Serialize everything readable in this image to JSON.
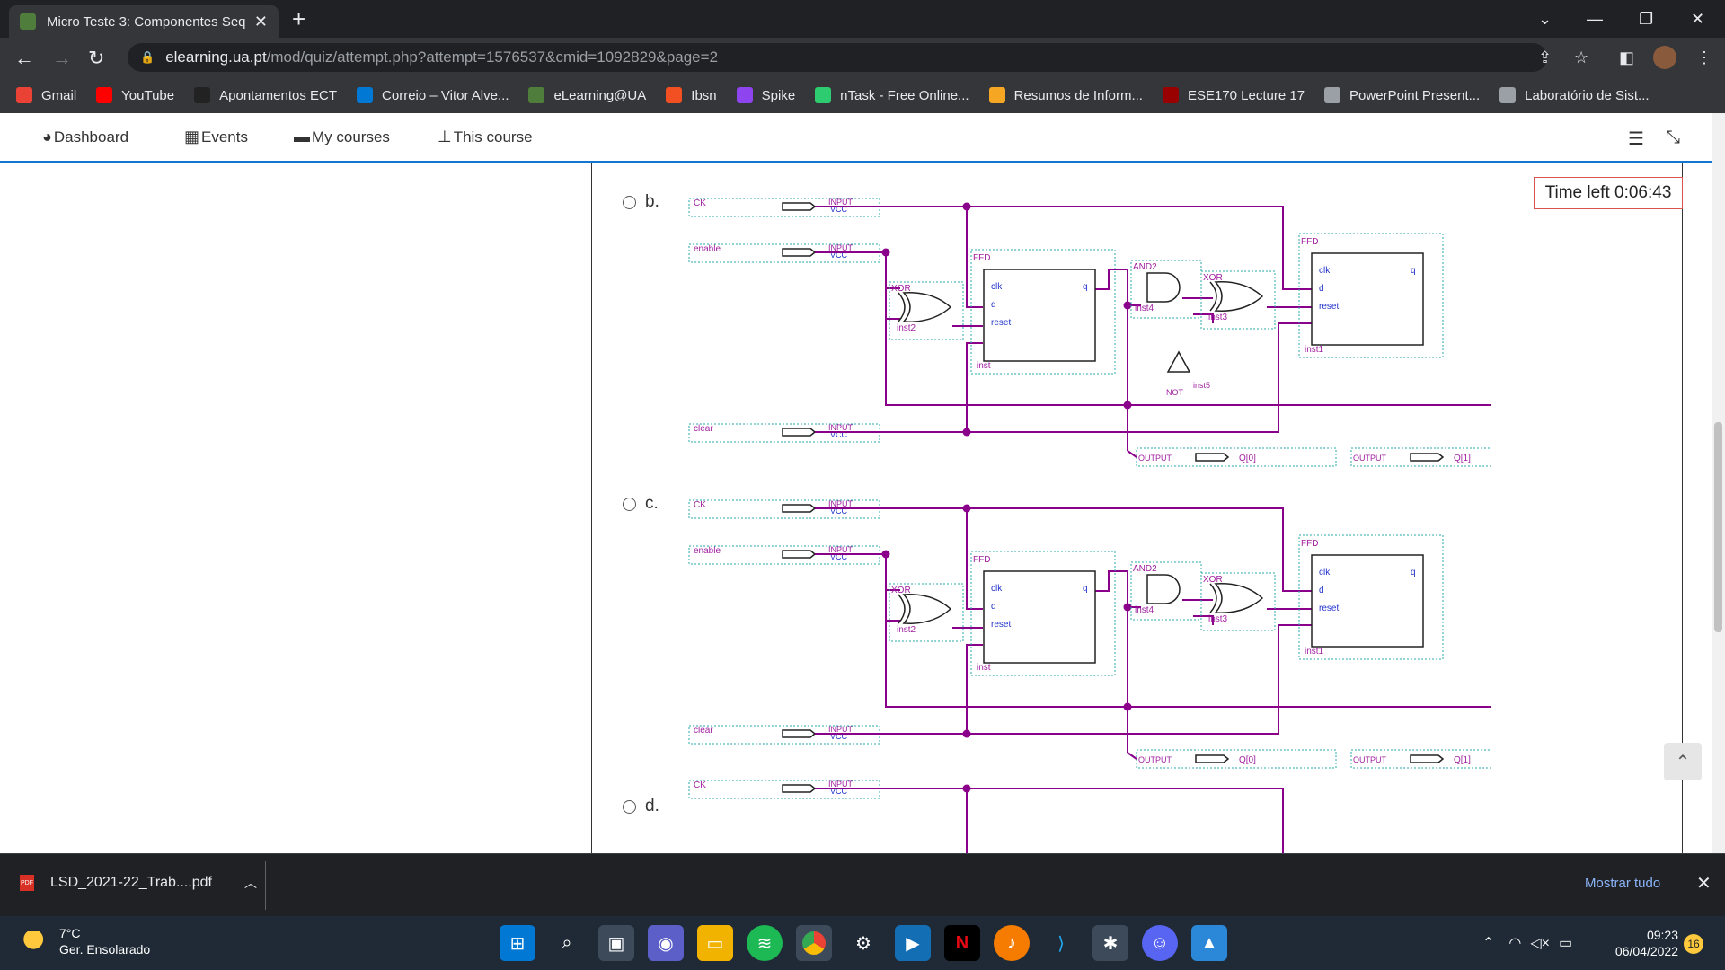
{
  "browser": {
    "tab_title": "Micro Teste 3: Componentes Seq",
    "tab_close": "✕",
    "new_tab": "+",
    "url_domain": "elearning.ua.pt",
    "url_path": "/mod/quiz/attempt.php?attempt=1576537&cmid=1092829&page=2",
    "win_minimize": "—",
    "win_restore": "❐",
    "win_close": "✕",
    "tab_menu": "⌄"
  },
  "bookmarks": [
    {
      "label": "Gmail",
      "color": "#ea4335"
    },
    {
      "label": "YouTube",
      "color": "#ff0000"
    },
    {
      "label": "Apontamentos ECT",
      "color": "#222222"
    },
    {
      "label": "Correio – Vitor Alve...",
      "color": "#0078d4"
    },
    {
      "label": "eLearning@UA",
      "color": "#4f7d3b"
    },
    {
      "label": "Ibsn",
      "color": "#f25022"
    },
    {
      "label": "Spike",
      "color": "#8e44ef"
    },
    {
      "label": "nTask - Free Online...",
      "color": "#2ecc71"
    },
    {
      "label": "Resumos de Inform...",
      "color": "#f5a623"
    },
    {
      "label": "ESE170 Lecture 17",
      "color": "#990000"
    },
    {
      "label": "PowerPoint Present...",
      "color": "#9aa0a6"
    },
    {
      "label": "Laboratório de Sist...",
      "color": "#9aa0a6"
    }
  ],
  "moodle_nav": {
    "dashboard": "Dashboard",
    "events": "Events",
    "my_courses": "My courses",
    "this_course": "This course"
  },
  "quiz": {
    "timer": "Time left 0:06:43",
    "options": [
      {
        "letter": "b."
      },
      {
        "letter": "c."
      },
      {
        "letter": "d."
      }
    ]
  },
  "circuit_labels": {
    "ck": "CK",
    "enable": "enable",
    "clear": "clear",
    "input": "INPUT",
    "vcc": "VCC",
    "xor": "XOR",
    "ffd": "FFD",
    "and2": "AND2",
    "not": "NOT",
    "clk": "clk",
    "d": "d",
    "q": "q",
    "reset": "reset",
    "inst": "inst",
    "inst1": "inst1",
    "inst2": "inst2",
    "inst3": "inst3",
    "inst4": "inst4",
    "inst5": "inst5",
    "output": "OUTPUT",
    "q0": "Q[0]",
    "q1": "Q[1]"
  },
  "download": {
    "file": "LSD_2021-22_Trab....pdf",
    "show_all": "Mostrar tudo"
  },
  "taskbar": {
    "temp": "7°C",
    "weather": "Ger. Ensolarado",
    "time": "09:23",
    "date": "06/04/2022",
    "notifications": "16"
  },
  "colors": {
    "wire": "#8b008b",
    "label": "#a020a0",
    "pin": "#2233cc",
    "border_dotted": "#2aa8a8"
  }
}
